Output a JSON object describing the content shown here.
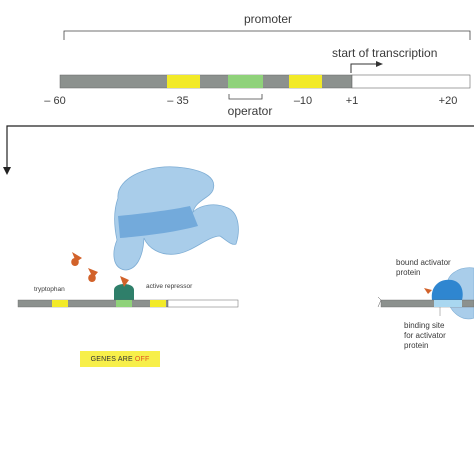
{
  "top_panel": {
    "promoter_label": "promoter",
    "start_label": "start of transcription",
    "operator_label": "operator",
    "positions": [
      "– 60",
      "– 35",
      "–10",
      "+1",
      "+20"
    ]
  },
  "repressor_panel": {
    "tryptophan_label": "tryptophan",
    "active_repressor_label": "active repressor",
    "banner_prefix": "GENES ARE",
    "banner_state": "OFF"
  },
  "activator_panel": {
    "bound_activator_label_1": "bound activator",
    "bound_activator_label_2": "protein",
    "binding_site_label_1": "binding site",
    "binding_site_label_2": "for activator",
    "binding_site_label_3": "protein"
  },
  "colors": {
    "dna_gray": "#8c918e",
    "promoter_yellow": "#f2ea28",
    "operator_green": "#8fd27a",
    "polymerase_blue": "#a9cdea",
    "polymerase_dark": "#6aa3d8",
    "repressor_green": "#2f7f6a",
    "tryptophan_orange": "#d2622a",
    "banner_yellow": "#f7ef4a"
  }
}
